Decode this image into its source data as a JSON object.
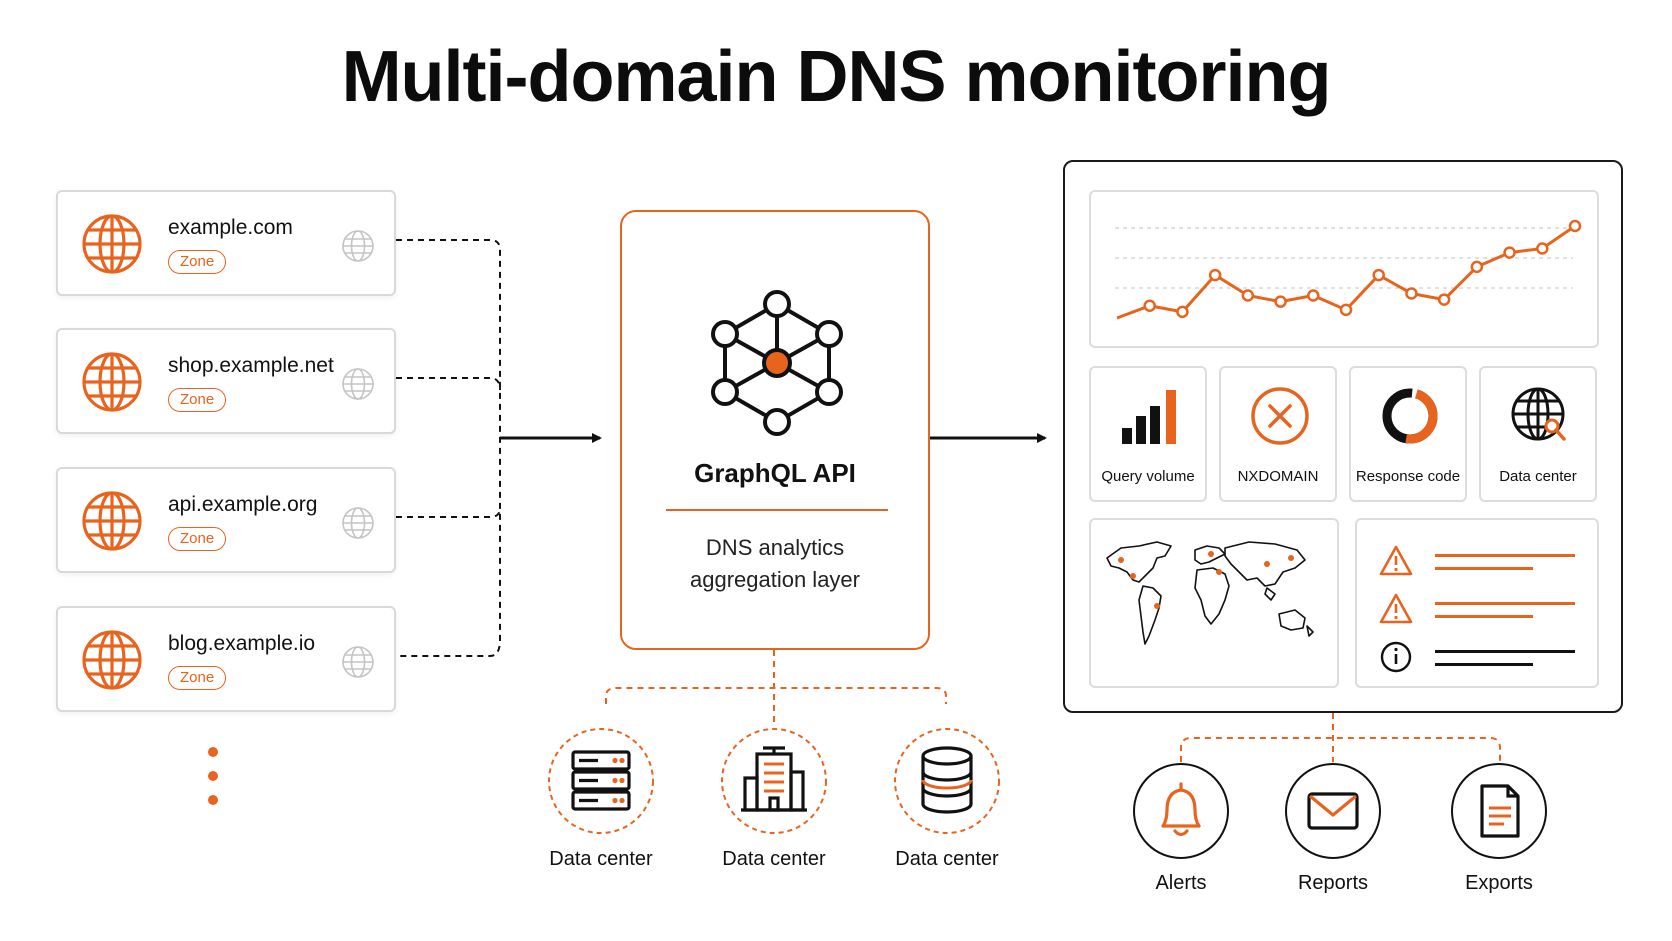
{
  "title": "Multi-domain DNS monitoring",
  "colors": {
    "accent": "#e8641e",
    "ink": "#111111",
    "border": "#d9d9d9"
  },
  "zones": [
    {
      "domain": "example.com",
      "badge": "Zone"
    },
    {
      "domain": "shop.example.net",
      "badge": "Zone"
    },
    {
      "domain": "api.example.org",
      "badge": "Zone"
    },
    {
      "domain": "blog.example.io",
      "badge": "Zone"
    }
  ],
  "api": {
    "title": "GraphQL API",
    "description_line1": "DNS analytics",
    "description_line2": "aggregation layer",
    "icon": "graph-network-icon"
  },
  "data_centers": [
    {
      "label": "Data center",
      "icon": "server-rack-icon"
    },
    {
      "label": "Data center",
      "icon": "building-icon"
    },
    {
      "label": "Data center",
      "icon": "database-icon"
    }
  ],
  "dashboard": {
    "trend_series": [
      6,
      18,
      12,
      48,
      28,
      22,
      28,
      14,
      48,
      30,
      24,
      56,
      70,
      74,
      96
    ],
    "metrics": [
      {
        "label": "Query volume",
        "icon": "bar-chart-icon"
      },
      {
        "label": "NXDOMAIN",
        "icon": "x-circle-icon"
      },
      {
        "label": "Response code",
        "icon": "donut-chart-icon"
      },
      {
        "label": "Data center",
        "icon": "globe-search-icon"
      }
    ],
    "alerts": [
      {
        "severity": "warning",
        "icon": "warning-icon"
      },
      {
        "severity": "warning",
        "icon": "warning-icon"
      },
      {
        "severity": "info",
        "icon": "info-icon"
      }
    ]
  },
  "outputs": [
    {
      "label": "Alerts",
      "icon": "bell-icon"
    },
    {
      "label": "Reports",
      "icon": "envelope-icon"
    },
    {
      "label": "Exports",
      "icon": "document-icon"
    }
  ]
}
